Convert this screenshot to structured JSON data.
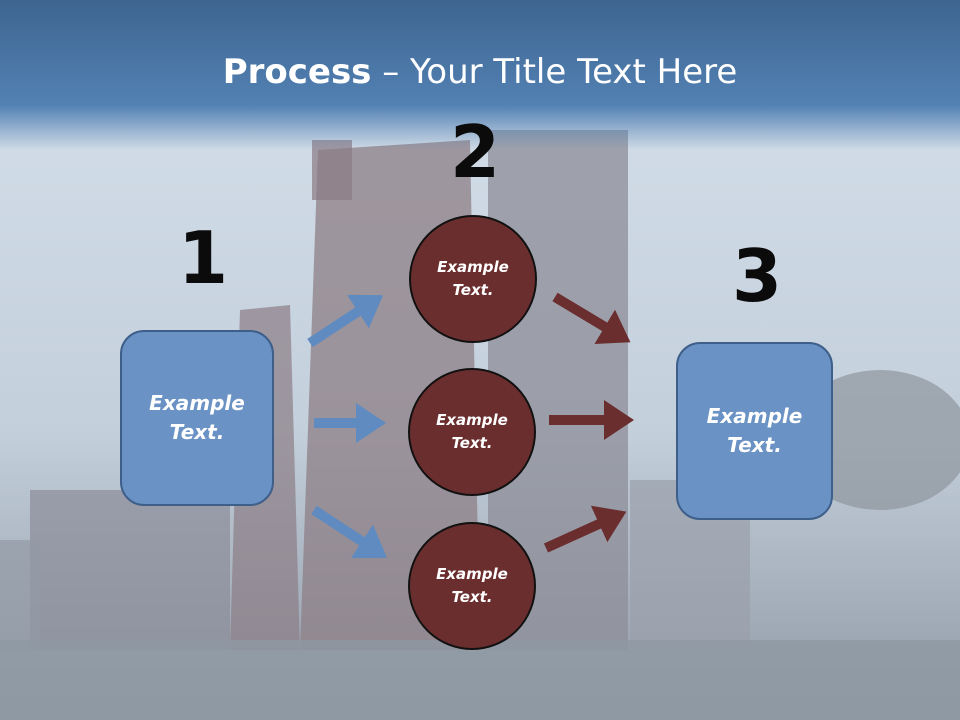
{
  "title": {
    "bold": "Process",
    "rest": " – Your Title Text Here"
  },
  "steps": {
    "one": "1",
    "two": "2",
    "three": "3"
  },
  "left_box": {
    "line1": "Example",
    "line2": "Text."
  },
  "right_box": {
    "line1": "Example",
    "line2": "Text."
  },
  "circles": [
    {
      "line1": "Example",
      "line2": "Text."
    },
    {
      "line1": "Example",
      "line2": "Text."
    },
    {
      "line1": "Example",
      "line2": "Text."
    }
  ],
  "colors": {
    "header": "#5281b3",
    "box": "#6a92c4",
    "circle": "#6b2e2e",
    "blue_arrow": "#5f8bc0",
    "red_arrow": "#6b2e2e"
  }
}
